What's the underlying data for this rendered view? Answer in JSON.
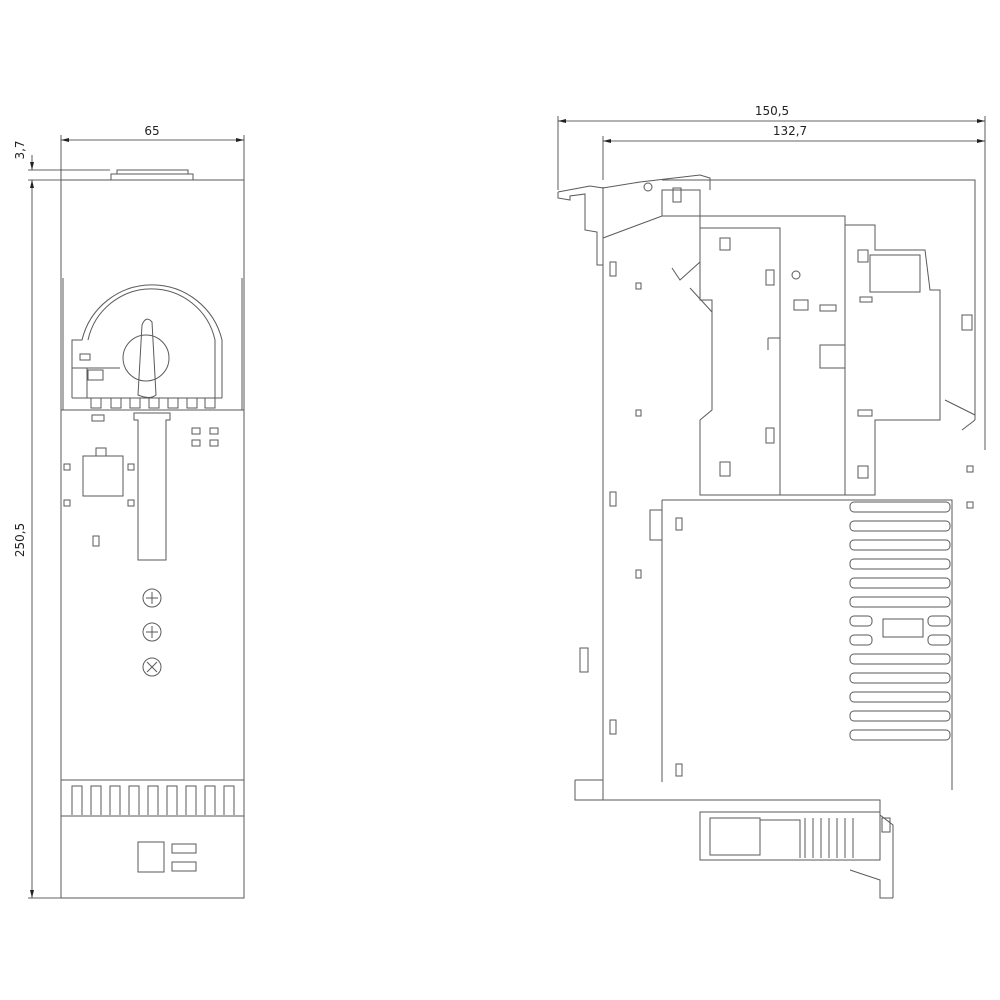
{
  "drawing": {
    "front_view": {
      "dim_width": "65",
      "dim_top_offset": "3,7",
      "dim_height": "250,5"
    },
    "side_view": {
      "dim_overall_depth": "150,5",
      "dim_body_depth": "132,7"
    },
    "line_color": "#5a5a5a"
  }
}
